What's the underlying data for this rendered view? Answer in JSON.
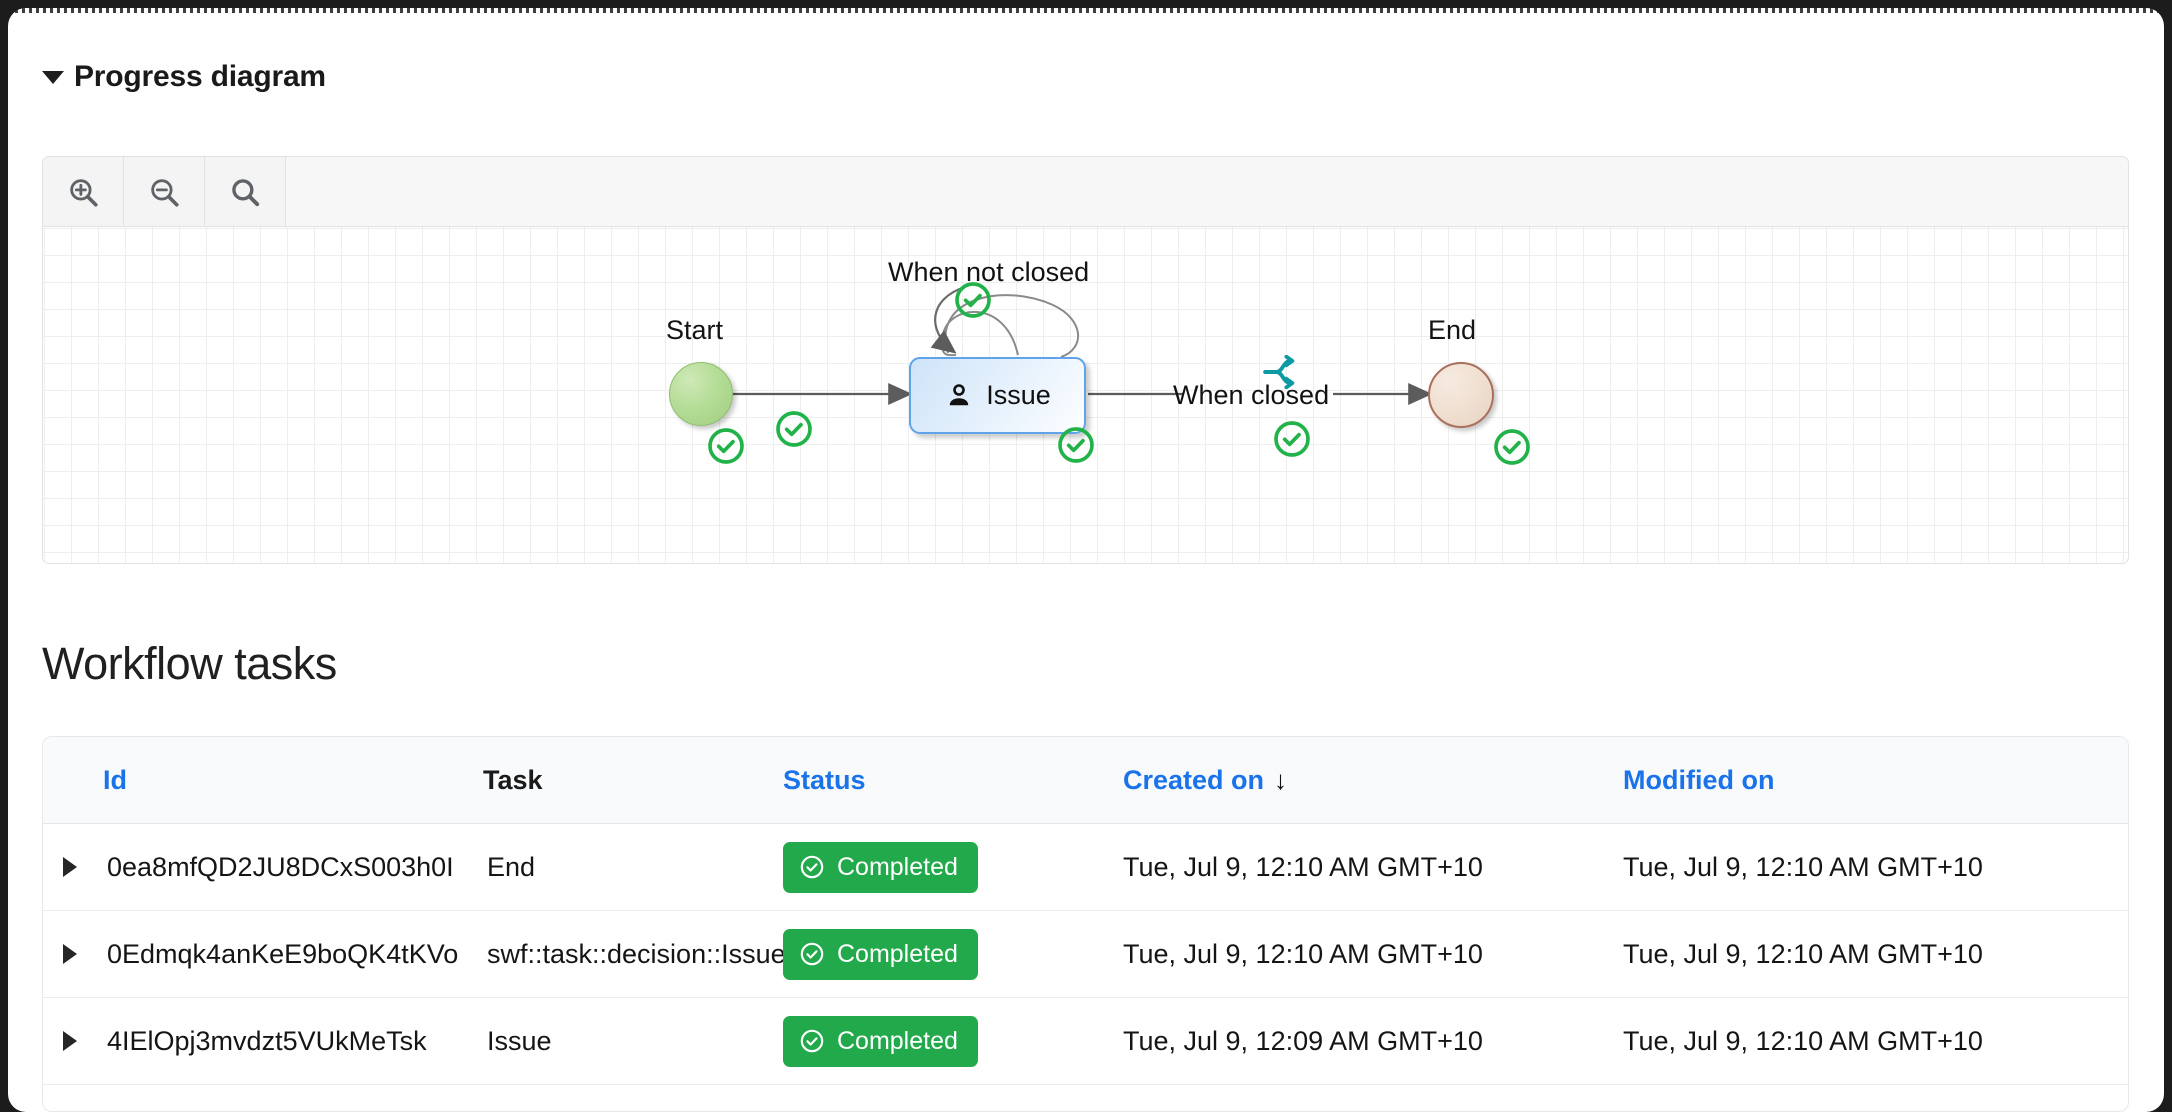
{
  "section": {
    "title": "Progress diagram",
    "expanded": true,
    "caret_icon": "caret-down-icon"
  },
  "toolbar": {
    "buttons": [
      {
        "name": "zoom-in-button",
        "icon": "zoom-in-icon",
        "label": "Zoom in"
      },
      {
        "name": "zoom-out-button",
        "icon": "zoom-out-icon",
        "label": "Zoom out"
      },
      {
        "name": "zoom-reset-button",
        "icon": "search-icon",
        "label": "Reset zoom"
      }
    ]
  },
  "diagram": {
    "nodes": [
      {
        "id": "start",
        "label": "Start",
        "type": "start-circle"
      },
      {
        "id": "issue",
        "label": "Issue",
        "type": "task-box",
        "icon": "person-icon"
      },
      {
        "id": "end",
        "label": "End",
        "type": "end-circle"
      }
    ],
    "edges": [
      {
        "from": "start",
        "to": "issue",
        "label": ""
      },
      {
        "from": "issue",
        "to": "issue",
        "label": "When not closed"
      },
      {
        "from": "issue",
        "to": "end",
        "label": "When closed",
        "icon": "branch-split-icon"
      }
    ],
    "status_badges": 7,
    "status_badge_icon": "check-circle-icon",
    "accent_branch_color": "#0d9aa2",
    "grid": true
  },
  "workflow": {
    "heading": "Workflow tasks",
    "columns": [
      {
        "key": "expand",
        "label": "",
        "sortable": false,
        "link": false
      },
      {
        "key": "id",
        "label": "Id",
        "sortable": true,
        "link": true
      },
      {
        "key": "task",
        "label": "Task",
        "sortable": false,
        "link": false
      },
      {
        "key": "status",
        "label": "Status",
        "sortable": true,
        "link": true
      },
      {
        "key": "created",
        "label": "Created on",
        "sortable": true,
        "link": true,
        "sort": "desc",
        "sort_icon": "arrow-down-icon"
      },
      {
        "key": "modified",
        "label": "Modified on",
        "sortable": true,
        "link": true
      }
    ],
    "rows": [
      {
        "id": "0ea8mfQD2JU8DCxS003h0I",
        "task": "End",
        "status": "Completed",
        "status_icon": "check-circle-icon",
        "created": "Tue, Jul 9, 12:10 AM GMT+10",
        "modified": "Tue, Jul 9, 12:10 AM GMT+10"
      },
      {
        "id": "0Edmqk4anKeE9boQK4tKVo",
        "task": "swf::task::decision::Issue",
        "status": "Completed",
        "status_icon": "check-circle-icon",
        "created": "Tue, Jul 9, 12:10 AM GMT+10",
        "modified": "Tue, Jul 9, 12:10 AM GMT+10"
      },
      {
        "id": "4IElOpj3mvdzt5VUkMeTsk",
        "task": "Issue",
        "status": "Completed",
        "status_icon": "check-circle-icon",
        "created": "Tue, Jul 9, 12:09 AM GMT+10",
        "modified": "Tue, Jul 9, 12:10 AM GMT+10"
      }
    ]
  },
  "colors": {
    "link": "#1a73e8",
    "status_green": "#22a94b",
    "check_green": "#22b24a",
    "node_blue_border": "#5fa4e8",
    "branch_teal": "#0d9aa2"
  }
}
